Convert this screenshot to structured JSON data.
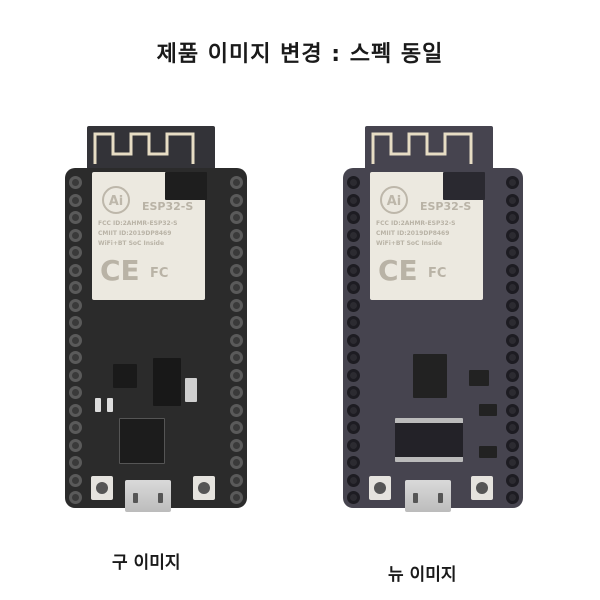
{
  "title": "제품 이미지 변경 : 스펙 동일",
  "boards": [
    {
      "caption": "구 이미지",
      "color": "#2b2b2b",
      "module": {
        "model": "ESP32-S",
        "fcc": "FCC ID:2AHMR-ESP32-S",
        "cmiit": "CMIIT ID:2019DP8469",
        "features": "WiFi+BT SoC Inside",
        "logo": "Ai",
        "ce_mark": "CE",
        "fc_mark": "FC"
      }
    },
    {
      "caption": "뉴 이미지",
      "color": "#46444f",
      "module": {
        "model": "ESP32-S",
        "fcc": "FCC ID:2AHMR-ESP32-S",
        "cmiit": "CMIIT ID:2019DP8469",
        "features": "WiFi+BT SoC Inside",
        "logo": "Ai",
        "ce_mark": "CE",
        "fc_mark": "FC"
      }
    }
  ]
}
